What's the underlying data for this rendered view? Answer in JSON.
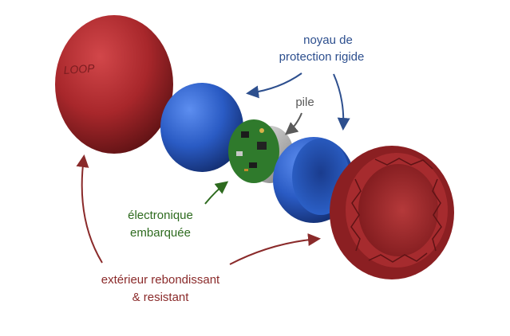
{
  "labels": {
    "core": {
      "line1": "noyau de",
      "line2": "protection rigide",
      "color": "#2d4f8e"
    },
    "battery": {
      "text": "pile",
      "color": "#5a5a5a"
    },
    "electronics": {
      "line1": "électronique",
      "line2": "embarquée",
      "color": "#2e6b1f"
    },
    "exterior": {
      "line1": "extérieur rebondissant",
      "line2": "& resistant",
      "color": "#8a2a2a"
    }
  },
  "logo": {
    "text": "LOOP"
  },
  "colors": {
    "red_shell": "#a8272b",
    "blue_core": "#2a5bc4",
    "pcb_green": "#2f7a2c",
    "battery_silver": "#b9b9b9"
  }
}
